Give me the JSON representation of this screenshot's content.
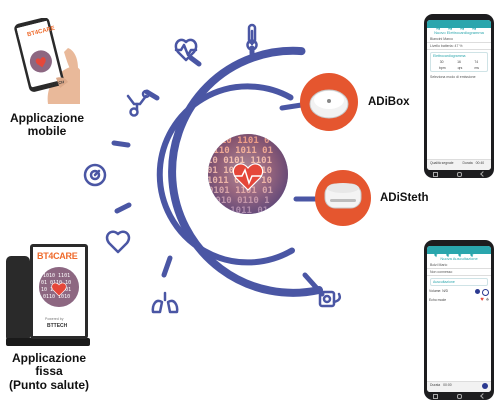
{
  "left_captions": {
    "mobile": [
      "Applicazione",
      "mobile"
    ],
    "fixed": [
      "Applicazione",
      "fissa",
      "(Punto salute)"
    ]
  },
  "devices": {
    "adibox": "ADiBox",
    "adisteth": "ADiSteth"
  },
  "brand": {
    "logo": "BT4CARE",
    "vendor": "BTTECH",
    "powered_by": "Powered by"
  },
  "phone_ecg": {
    "header": "Nuovo Elettrocardiogramma",
    "patient": "Biancini Marco",
    "battery": "Livello batteria: 47 %",
    "section": "Elettrocardiogramma",
    "params": [
      "30",
      "16",
      "74"
    ],
    "param_labels": [
      "bpm",
      "qrs",
      "ms"
    ],
    "select": "Seleziona modo di emissione",
    "quality": "Qualità segnale",
    "duration_label": "Durata",
    "duration": "00:40"
  },
  "phone_steth": {
    "header": "Nuova Auscultazione",
    "patient": "Bolzi Mario",
    "status": "Non connesso",
    "section": "Auscultazione",
    "volume": "Volume: N/D",
    "mode": "Echo mode",
    "duration_label": "Durata",
    "duration": "00:00"
  },
  "accent_colors": {
    "ring": "#4a56a4",
    "device_circle": "#e5562f",
    "teal": "#2aa6ad",
    "logo_orange": "#ef6a2b"
  },
  "icons": [
    "thermometer-icon",
    "heart-pulse-icon",
    "stethoscope-icon",
    "scale-icon",
    "heart-icon",
    "lungs-icon",
    "blood-pressure-icon"
  ]
}
